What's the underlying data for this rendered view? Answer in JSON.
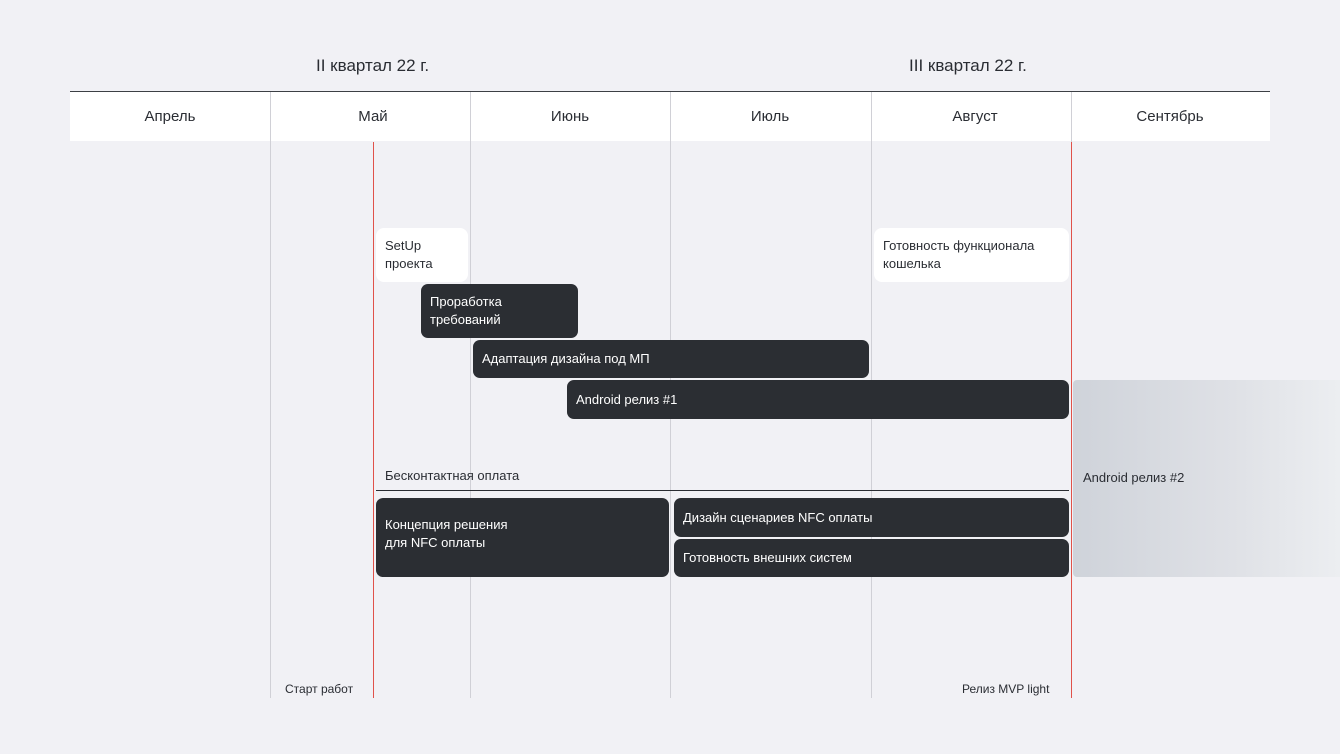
{
  "quarters": {
    "q2": "II квартал 22 г.",
    "q3": "III квартал 22 г."
  },
  "months": [
    "Апрель",
    "Май",
    "Июнь",
    "Июль",
    "Август",
    "Сентябрь"
  ],
  "milestones": {
    "setup": "SetUp\nпроекта",
    "wallet_ready": "Готовность функционала\nкошелька"
  },
  "tasks": {
    "requirements": "Проработка\nтребований",
    "design_adaptation": "Адаптация дизайна под МП",
    "android_release_1": "Android релиз #1",
    "nfc_concept": "Концепция решения\nдля NFC оплаты",
    "nfc_design": "Дизайн сценариев NFC оплаты",
    "external_systems": "Готовность внешних систем",
    "android_release_2": "Android релиз #2"
  },
  "sections": {
    "contactless": "Бесконтактная оплата"
  },
  "markers": {
    "start": "Старт работ",
    "release": "Релиз MVP light"
  },
  "colors": {
    "background": "#f1f1f5",
    "task": "#2b2e33",
    "marker_line": "#e0524a",
    "grid_line": "#d0d0d6"
  }
}
